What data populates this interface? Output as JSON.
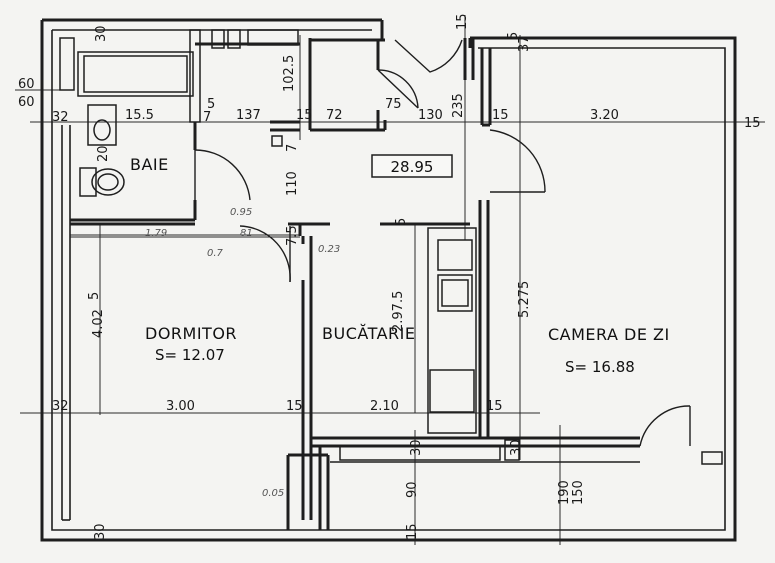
{
  "rooms": [
    {
      "name": "BAIE",
      "area": ""
    },
    {
      "name": "DORMITOR",
      "area": "S= 12.07"
    },
    {
      "name": "BUCĂTARIE",
      "area": ""
    },
    {
      "name": "CAMERA DE ZI",
      "area": "S= 16.88"
    }
  ],
  "hall_area": "28.95",
  "dims": {
    "d30a": "30",
    "d60a": "60",
    "d60b": "60",
    "d32a": "32",
    "d155": "15.5",
    "d5a": "5",
    "d7a": "7",
    "d137": "137",
    "d15a": "15",
    "d72": "72",
    "d75a": "75",
    "d130": "130",
    "d15b": "15",
    "d320": "3.20",
    "d15c": "15",
    "d1025": "102.5",
    "d15top": "15",
    "d5top": "5",
    "d37": "37",
    "d235": "235",
    "d20": "20",
    "d110": "110",
    "d7b": "7",
    "d75b": "7.5",
    "d5b": "5",
    "d402": "4.02",
    "d5c": "5",
    "d2975": "2.97.5",
    "d5275": "5.275",
    "d32b": "32",
    "d300": "3.00",
    "d15d": "15",
    "d210": "2.10",
    "d15e": "15",
    "d30b": "30",
    "d30c": "30",
    "d190": "190",
    "d150": "150",
    "d90": "90",
    "d30bot": "30",
    "d15bot": "15"
  },
  "pencil_notes": {
    "p1": "1.79",
    "p2": "81",
    "p3": "0.95",
    "p4": "0.23",
    "p5": "0.7",
    "p6": "0.05"
  }
}
